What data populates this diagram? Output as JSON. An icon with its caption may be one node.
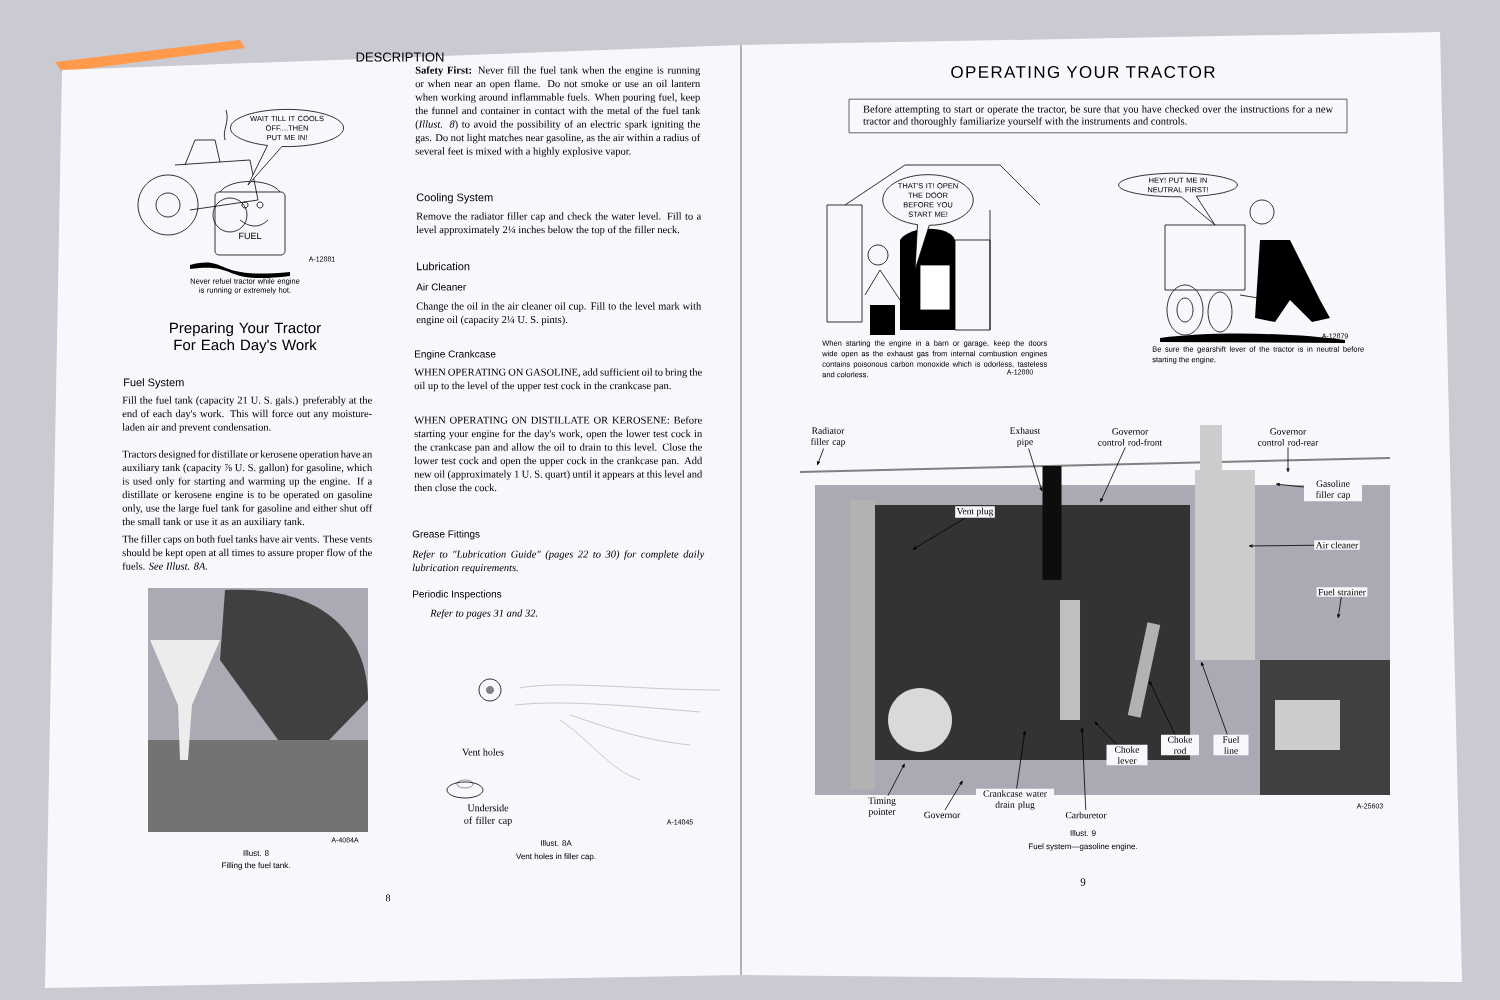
{
  "diagram": {
    "nodes": [
      {
        "text": [
          "WAIT TILL IT COOLS OFF....THEN PUT ME IN!"
        ]
      },
      {
        "text": [
          "Before attempting to start or operate the tractor, be sure that you have checked over the instructions for a new tractor and thoroughly familiarize yourself with the instruments and controls."
        ]
      },
      {
        "text": [
          "THAT'S IT! OPEN THE DOOR BEFORE YOU START ME!"
        ]
      },
      {
        "text": [
          "HEY! PUT ME IN NEUTRAL FIRST!"
        ]
      },
      {
        "text": [
          "Radiator filler cap"
        ]
      },
      {
        "text": [
          "Exhaust pipe"
        ]
      },
      {
        "text": [
          "Governor control rod-front"
        ]
      },
      {
        "text": [
          "Governor control rod-rear"
        ]
      },
      {
        "text": [
          "Gasoline filler cap"
        ]
      },
      {
        "text": [
          "Vent plug"
        ]
      },
      {
        "text": [
          "Air cleaner"
        ]
      },
      {
        "text": [
          "Fuel strainer"
        ]
      },
      {
        "text": [
          "Choke rod"
        ]
      },
      {
        "text": [
          "Fuel line"
        ]
      },
      {
        "text": [
          "Choke lever"
        ]
      },
      {
        "text": [
          "Timing pointer"
        ]
      },
      {
        "text": [
          "Governor"
        ]
      },
      {
        "text": [
          "Crankcase water drain plug"
        ]
      },
      {
        "text": [
          "Carburetor"
        ]
      },
      {
        "text": [],
        "shape": "bar"
      },
      {
        "text": [],
        "shape": "bar"
      }
    ],
    "edges": [
      {
        "from": 4,
        "to": null,
        "arrow": "to"
      },
      {
        "from": 5,
        "to": 19,
        "arrow": "to"
      },
      {
        "from": 6,
        "to": null,
        "arrow": "to"
      },
      {
        "from": 7,
        "to": null,
        "arrow": "to"
      },
      {
        "from": 8,
        "to": null,
        "arrow": "to"
      },
      {
        "from": 9,
        "to": null,
        "arrow": "to"
      },
      {
        "from": 10,
        "to": null,
        "arrow": "to"
      },
      {
        "from": 11,
        "to": null,
        "arrow": "to"
      },
      {
        "from": 12,
        "to": 20,
        "arrow": "to"
      },
      {
        "from": 13,
        "to": null,
        "arrow": "to"
      },
      {
        "from": 14,
        "to": null,
        "arrow": "to"
      },
      {
        "from": 15,
        "to": null,
        "arrow": "to"
      },
      {
        "from": 16,
        "to": null,
        "arrow": "to"
      },
      {
        "from": 17,
        "to": null,
        "arrow": "to"
      },
      {
        "from": 18,
        "to": null,
        "arrow": "to"
      }
    ],
    "labels": [
      "DESCRIPTION",
      "FUEL",
      "A-12881",
      "Never refuel tractor while engine is running or extremely hot.",
      "Preparing Your Tractor For Each Day's Work",
      "Fuel System",
      "Fill the fuel tank (capacity 21 U. S. gals.) preferably at the end of each day's work. This will force out any moisture-laden air and prevent condensation.",
      "Tractors designed for distillate or kerosene operation have an auxiliary tank (capacity ⅞ U. S. gallon) for gasoline, which is used only for starting and warming up the engine. If a distillate or kerosene engine is to be operated on gasoline only, use the large fuel tank for gasoline and either shut off the small tank or use it as an auxiliary tank.",
      "The filler caps on both fuel tanks have air vents. These vents should be kept open at all times to assure proper flow of the fuels. *See Illust. 8A.*",
      "A-4084A",
      "Illust. 8",
      "Filling the fuel tank.",
      "**Safety First:** Never fill the fuel tank when the engine is running or when near an open flame. Do not smoke or use an oil lantern when working around inflammable fuels. When pouring fuel, keep the funnel and container in contact with the metal of the fuel tank (*Illust. 8*) to avoid the possibility of an electric spark igniting the gas. Do not light matches near gasoline, as the air within a radius of several feet is mixed with a highly explosive vapor.",
      "Cooling System",
      "Remove the radiator filler cap and check the water level. Fill to a level approximately 2¼ inches below the top of the filler neck.",
      "Lubrication",
      "Air Cleaner",
      "Change the oil in the air cleaner oil cup. Fill to the level mark with engine oil (capacity 2¼ U. S. pints).",
      "Engine Crankcase",
      "WHEN OPERATING ON GASOLINE, add sufficient oil to bring the oil up to the level of the upper test cock in the crankcase pan.",
      "WHEN OPERATING ON DISTILLATE OR KEROSENE: Before starting your engine for the day's work, open the lower test cock in the crankcase pan and allow the oil to drain to this level. Close the lower test cock and open the upper cock in the crankcase pan. Add new oil (approximately 1 U. S. quart) until it appears at this level and then close the cock.",
      "Grease Fittings",
      "Refer to \"Lubrication Guide\" (pages 22 to 30) for complete daily lubrication requirements.",
      "Periodic Inspections",
      "Refer to pages 31 and 32.",
      "Vent holes",
      "Underside of filler cap",
      "A-14845",
      "Illust. 8A",
      "Vent holes in filler cap.",
      "8",
      "OPERATING YOUR TRACTOR",
      "A-12880",
      "When starting the engine in a barn or garage, keep the doors wide open as the exhaust gas from internal combustion engines contains poisonous carbon monoxide which is odorless, tasteless and colorless.",
      "A-12879",
      "Be sure the gearshift lever of the tractor is in neutral before starting the engine.",
      "A-25603",
      "Illust. 9",
      "Fuel system—gasoline engine.",
      "9"
    ]
  }
}
